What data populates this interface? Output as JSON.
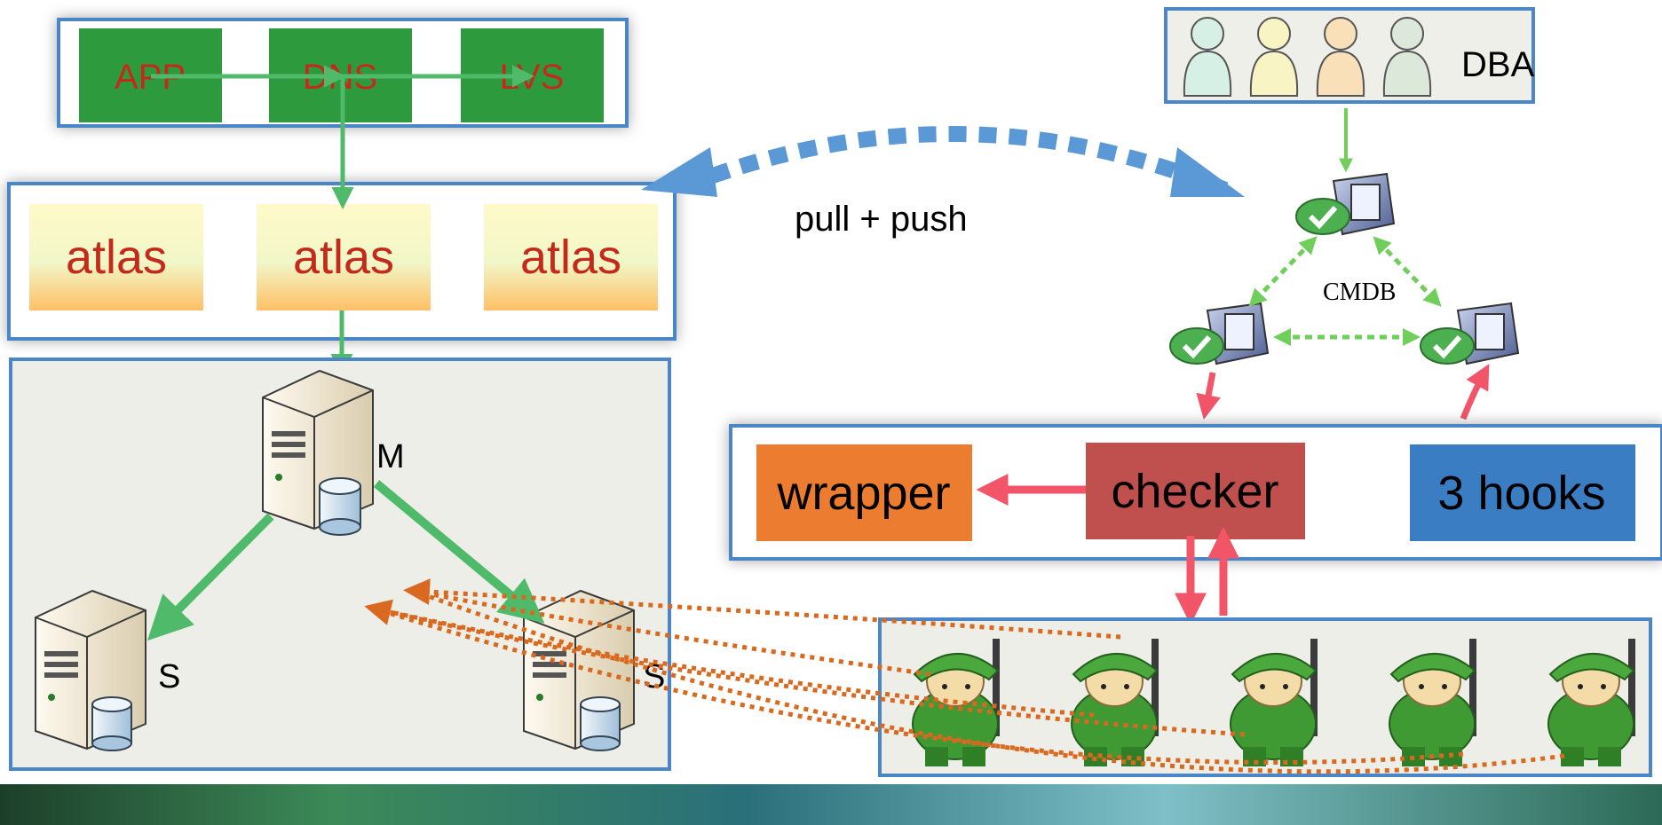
{
  "top_box": {
    "items": [
      "APP",
      "DNS",
      "LVS"
    ]
  },
  "proxy_box": {
    "items": [
      "atlas",
      "atlas",
      "atlas"
    ]
  },
  "db_box": {
    "master_label": "M",
    "slave_labels": [
      "S",
      "S"
    ]
  },
  "sync_label": "pull + push",
  "dba_box": {
    "label": "DBA",
    "person_count": 4
  },
  "cmdb": {
    "label": "CMDB"
  },
  "tools_box": {
    "wrapper": "wrapper",
    "checker": "checker",
    "hooks": "3 hooks"
  },
  "agents": {
    "count": 5
  },
  "colors": {
    "frame_blue": "#4a86c8",
    "green_tile": "#2e9a3e",
    "green_arrow": "#4fbb6a",
    "red_text": "#c42a1a",
    "atlas_top": "#fff8c0",
    "atlas_bottom": "#ffc26a",
    "sync_arrow": "#5a98d6",
    "red_arrow": "#f25468",
    "orange_dots": "#d9691f",
    "wrapper_fill": "#ec7c30",
    "checker_fill": "#c0504d",
    "hooks_fill": "#3a7dc2"
  }
}
